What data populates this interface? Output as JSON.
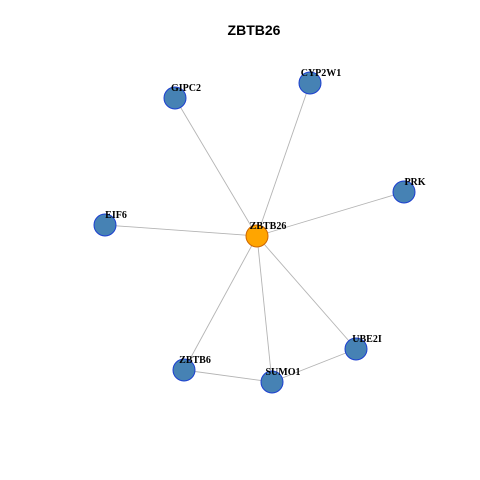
{
  "title": "ZBTB26",
  "colors": {
    "hub_fill": "#FFA500",
    "hub_stroke": "#CD6600",
    "node_fill": "#4682B4",
    "node_stroke": "#1C3FD0",
    "edge": "#B4B4B4",
    "background": "#FFFFFF"
  },
  "nodes": [
    {
      "id": "ZBTB26",
      "hub": true
    },
    {
      "id": "CYP2W1",
      "hub": false
    },
    {
      "id": "GIPC2",
      "hub": false
    },
    {
      "id": "PRK",
      "hub": false
    },
    {
      "id": "EIF6",
      "hub": false
    },
    {
      "id": "UBE2I",
      "hub": false
    },
    {
      "id": "ZBTB6",
      "hub": false
    },
    {
      "id": "SUMO1",
      "hub": false
    }
  ],
  "edges": [
    [
      "ZBTB26",
      "GIPC2"
    ],
    [
      "ZBTB26",
      "CYP2W1"
    ],
    [
      "ZBTB26",
      "PRK"
    ],
    [
      "ZBTB26",
      "EIF6"
    ],
    [
      "ZBTB26",
      "UBE2I"
    ],
    [
      "ZBTB26",
      "ZBTB6"
    ],
    [
      "ZBTB26",
      "SUMO1"
    ],
    [
      "ZBTB6",
      "SUMO1"
    ],
    [
      "SUMO1",
      "UBE2I"
    ]
  ]
}
